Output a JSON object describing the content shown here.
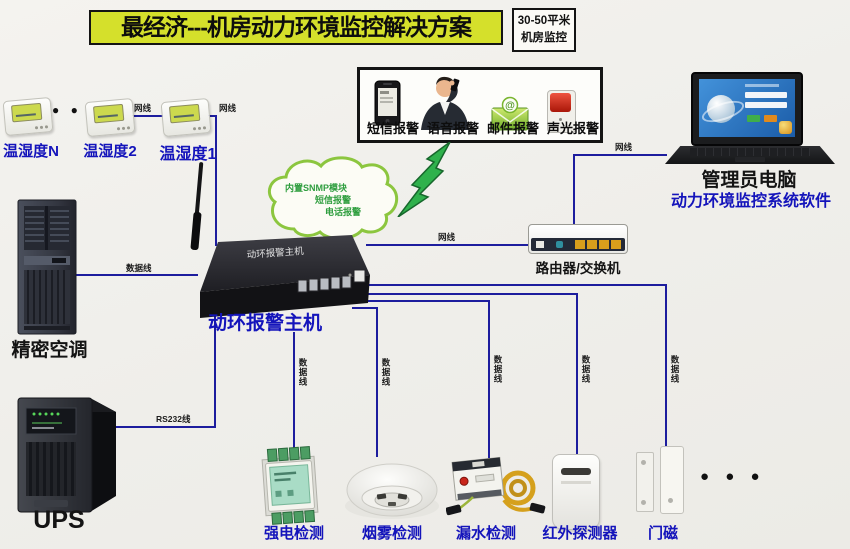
{
  "header": {
    "title": "最经济---机房动力环境监控解决方案",
    "area_line1": "30-50平米",
    "area_line2": "机房监控"
  },
  "sensors": {
    "label_n": "温湿度N",
    "label_2": "温湿度2",
    "label_1": "温湿度1",
    "ellipsis": "● ● ●"
  },
  "alert_box": {
    "sms": "短信报警",
    "voice": "语音报警",
    "email": "邮件报警",
    "sound_light": "声光报警",
    "at_sign": "@"
  },
  "cloud": {
    "line1": "内置SNMP模块",
    "line2": "短信报警",
    "line3": "电话报警"
  },
  "host": {
    "label": "动环报警主机",
    "top_text": "动环报警主机"
  },
  "router": {
    "label": "路由器/交换机"
  },
  "laptop": {
    "label": "管理员电脑",
    "software": "动力环境监控系统软件"
  },
  "aircon": {
    "label": "精密空调"
  },
  "ups": {
    "label": "UPS"
  },
  "detectors": {
    "power": "强电检测",
    "smoke": "烟雾检测",
    "water": "漏水检测",
    "infrared": "红外探测器",
    "door": "门磁",
    "ellipsis": "● ● ●"
  },
  "cables": {
    "network": "网线",
    "data": "数据线",
    "rs232": "RS232线"
  },
  "colors": {
    "title_bg": "#d5e02b",
    "label_blue": "#1414bb",
    "wire_blue": "#1d1d9e",
    "cloud_green": "#8cc63f",
    "cloud_text_green": "#2f9e3f",
    "alarm_red": "#c8251a",
    "port_yellow": "#d89f1c"
  }
}
